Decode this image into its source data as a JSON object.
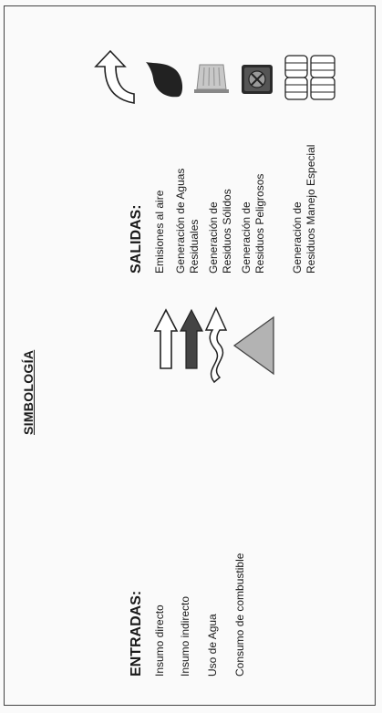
{
  "title": "SIMBOLOGÍA",
  "inputs": {
    "heading": "ENTRADAS:",
    "items": [
      {
        "label": "Insumo directo",
        "icon": "hollow-arrow-up-icon"
      },
      {
        "label": "Insumo indirecto",
        "icon": "filled-arrow-up-icon"
      },
      {
        "label": "Uso de Agua",
        "icon": "wavy-arrow-icon"
      },
      {
        "label": "Consumo de combustible",
        "icon": "triangle-icon"
      }
    ]
  },
  "outputs": {
    "heading": "SALIDAS:",
    "items": [
      {
        "line1": "Emisiones al aire",
        "line2": "",
        "icon": "curved-arrow-icon"
      },
      {
        "line1": "Generación de Aguas",
        "line2": "Residuales",
        "icon": "water-drop-icon"
      },
      {
        "line1": "Generación de",
        "line2": "Residuos Sólidos",
        "icon": "trash-can-icon"
      },
      {
        "line1": "Generación de",
        "line2": "Residuos Peligrosos",
        "icon": "hazard-drum-icon"
      },
      {
        "line1": "Generación de",
        "line2": "Residuos Manejo Especial",
        "icon": "stacked-barrels-icon"
      }
    ]
  },
  "colors": {
    "arrow_fill": "#444444",
    "triangle_fill": "#b3b3b3",
    "icon_dark": "#222222",
    "trash_fill": "#c8c8c8"
  }
}
